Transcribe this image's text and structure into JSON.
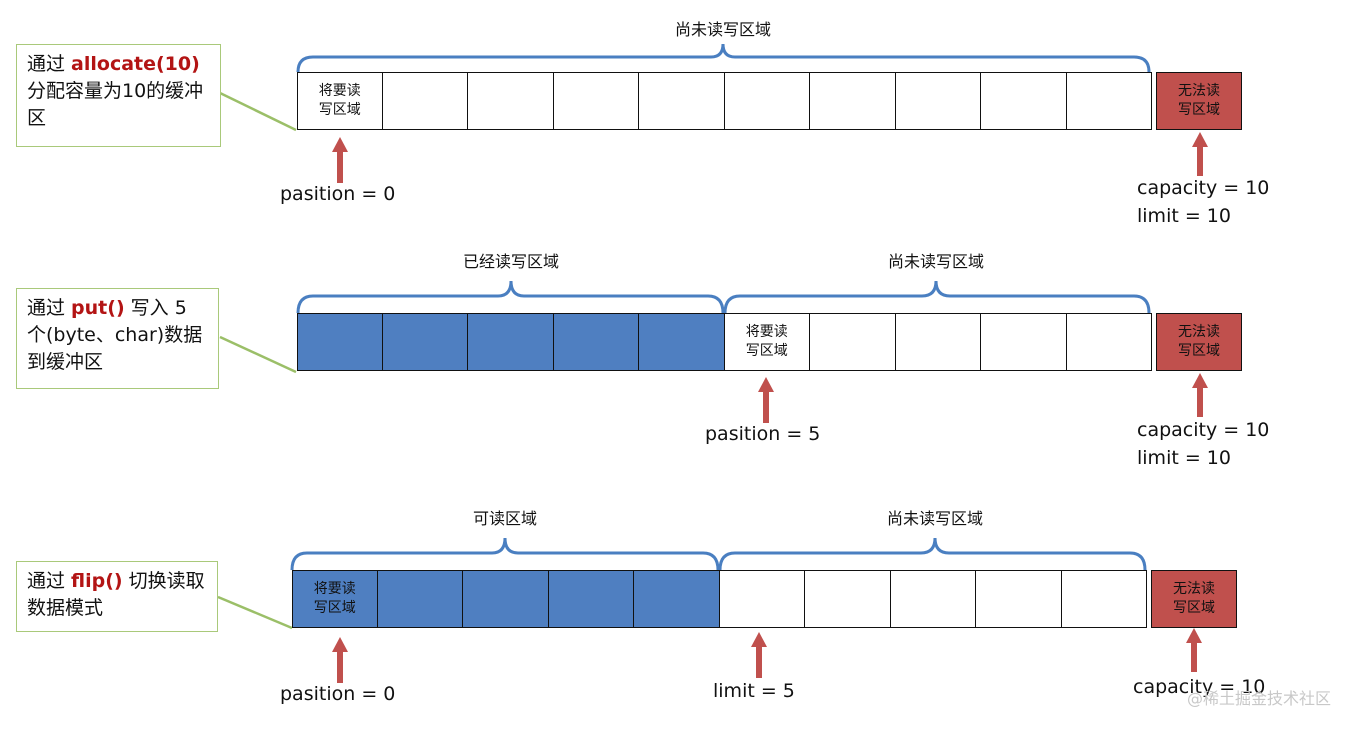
{
  "rows": [
    {
      "note": {
        "prefix": "通过 ",
        "keyword": "allocate(10)",
        "suffix": " 分配容量为10的缓冲区"
      },
      "cells": [
        {
          "text": "将要读\n写区域",
          "state": "empty"
        },
        {
          "text": "",
          "state": "empty"
        },
        {
          "text": "",
          "state": "empty"
        },
        {
          "text": "",
          "state": "empty"
        },
        {
          "text": "",
          "state": "empty"
        },
        {
          "text": "",
          "state": "empty"
        },
        {
          "text": "",
          "state": "empty"
        },
        {
          "text": "",
          "state": "empty"
        },
        {
          "text": "",
          "state": "empty"
        },
        {
          "text": "",
          "state": "empty"
        }
      ],
      "tail_cell": "无法读\n写区域",
      "regions": [
        {
          "label": "尚未读写区域"
        }
      ],
      "pointers": [
        {
          "label": "pasition = 0"
        },
        {
          "label": "capacity = 10\nlimit = 10"
        }
      ]
    },
    {
      "note": {
        "prefix": "通过 ",
        "keyword": "put()",
        "suffix": " 写入 5 个(byte、char)数据到缓冲区"
      },
      "cells": [
        {
          "text": "",
          "state": "filled"
        },
        {
          "text": "",
          "state": "filled"
        },
        {
          "text": "",
          "state": "filled"
        },
        {
          "text": "",
          "state": "filled"
        },
        {
          "text": "",
          "state": "filled"
        },
        {
          "text": "将要读\n写区域",
          "state": "empty"
        },
        {
          "text": "",
          "state": "empty"
        },
        {
          "text": "",
          "state": "empty"
        },
        {
          "text": "",
          "state": "empty"
        },
        {
          "text": "",
          "state": "empty"
        }
      ],
      "tail_cell": "无法读\n写区域",
      "regions": [
        {
          "label": "已经读写区域"
        },
        {
          "label": "尚未读写区域"
        }
      ],
      "pointers": [
        {
          "label": "pasition = 5"
        },
        {
          "label": "capacity = 10\nlimit = 10"
        }
      ]
    },
    {
      "note": {
        "prefix": "通过 ",
        "keyword": "flip()",
        "suffix": " 切换读取数据模式"
      },
      "cells": [
        {
          "text": "将要读\n写区域",
          "state": "filled"
        },
        {
          "text": "",
          "state": "filled"
        },
        {
          "text": "",
          "state": "filled"
        },
        {
          "text": "",
          "state": "filled"
        },
        {
          "text": "",
          "state": "filled"
        },
        {
          "text": "",
          "state": "empty"
        },
        {
          "text": "",
          "state": "empty"
        },
        {
          "text": "",
          "state": "empty"
        },
        {
          "text": "",
          "state": "empty"
        },
        {
          "text": "",
          "state": "empty"
        }
      ],
      "tail_cell": "无法读\n写区域",
      "regions": [
        {
          "label": "可读区域"
        },
        {
          "label": "尚未读写区域"
        }
      ],
      "pointers": [
        {
          "label": "pasition = 0"
        },
        {
          "label": "limit = 5"
        },
        {
          "label": "capacity = 10"
        }
      ]
    }
  ],
  "watermark": "@稀土掘金技术社区",
  "colors": {
    "filled": "#4f7fc1",
    "blocked": "#c0504d",
    "brace": "#4a7fc1",
    "arrow": "#c0504d",
    "connector": "#9bbf68",
    "note_border": "#a9c97a",
    "keyword": "#b31414"
  }
}
